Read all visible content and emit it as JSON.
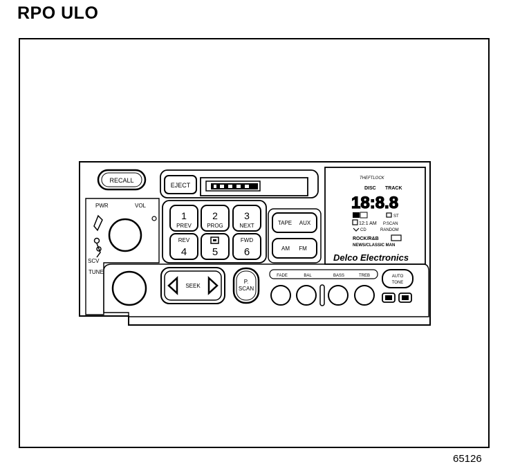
{
  "page_title": "RPO ULO",
  "figure_number": "65126",
  "radio": {
    "recall_label": "RECALL",
    "eject_label": "EJECT",
    "pwr_label": "PWR",
    "vol_label": "VOL",
    "scv_label": "SCV",
    "tune_label": "TUNE",
    "preset_buttons": [
      {
        "number": "1",
        "caption": "PREV"
      },
      {
        "number": "2",
        "caption": "PROG"
      },
      {
        "number": "3",
        "caption": "NEXT"
      },
      {
        "number": "4",
        "caption": "REV"
      },
      {
        "number": "5",
        "caption": ""
      },
      {
        "number": "6",
        "caption": "FWD"
      }
    ],
    "tape_label": "TAPE",
    "aux_label": "AUX",
    "am_label": "AM",
    "fm_label": "FM",
    "seek_label": "SEEK",
    "pscan_label_1": "P.",
    "pscan_label_2": "SCAN",
    "fade_label": "FADE",
    "bal_label": "BAL",
    "bass_label": "BASS",
    "treb_label": "TREB",
    "auto_tone_label_1": "AUTO",
    "auto_tone_label_2": "TONE",
    "display": {
      "theftlock": "THEFTLOCK",
      "disc_label": "DISC",
      "track_label": "TRACK",
      "digits": "18:8.8",
      "st_label": "ST",
      "time_label": "12:1 AM",
      "pscan_text": "P.SCAN",
      "cd_label": "CD",
      "random_label": "RANDOM",
      "rock_label": "ROCK/R&B",
      "news_label": "NEWS/CLASSIC MAN",
      "brand": "Delco Electronics"
    }
  }
}
